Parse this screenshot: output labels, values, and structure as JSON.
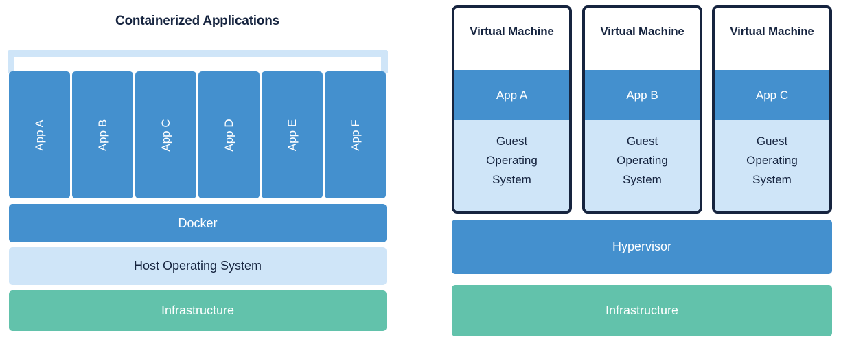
{
  "left_panel": {
    "title": "Containerized Applications",
    "apps": [
      {
        "label": "App A"
      },
      {
        "label": "App B"
      },
      {
        "label": "App C"
      },
      {
        "label": "App D"
      },
      {
        "label": "App E"
      },
      {
        "label": "App F"
      }
    ],
    "layers": {
      "docker": "Docker",
      "host_os": "Host Operating System",
      "infrastructure": "Infrastructure"
    }
  },
  "right_panel": {
    "vms": [
      {
        "title": "Virtual Machine",
        "app": "App A",
        "guest_os": "Guest\nOperating\nSystem"
      },
      {
        "title": "Virtual Machine",
        "app": "App B",
        "guest_os": "Guest\nOperating\nSystem"
      },
      {
        "title": "Virtual Machine",
        "app": "App C",
        "guest_os": "Guest\nOperating\nSystem"
      }
    ],
    "layers": {
      "hypervisor": "Hypervisor",
      "infrastructure": "Infrastructure"
    }
  },
  "colors": {
    "blue": "#4490ce",
    "light_blue": "#cfe5f8",
    "green": "#62c2ab",
    "navy": "#16243f",
    "white": "#ffffff"
  }
}
